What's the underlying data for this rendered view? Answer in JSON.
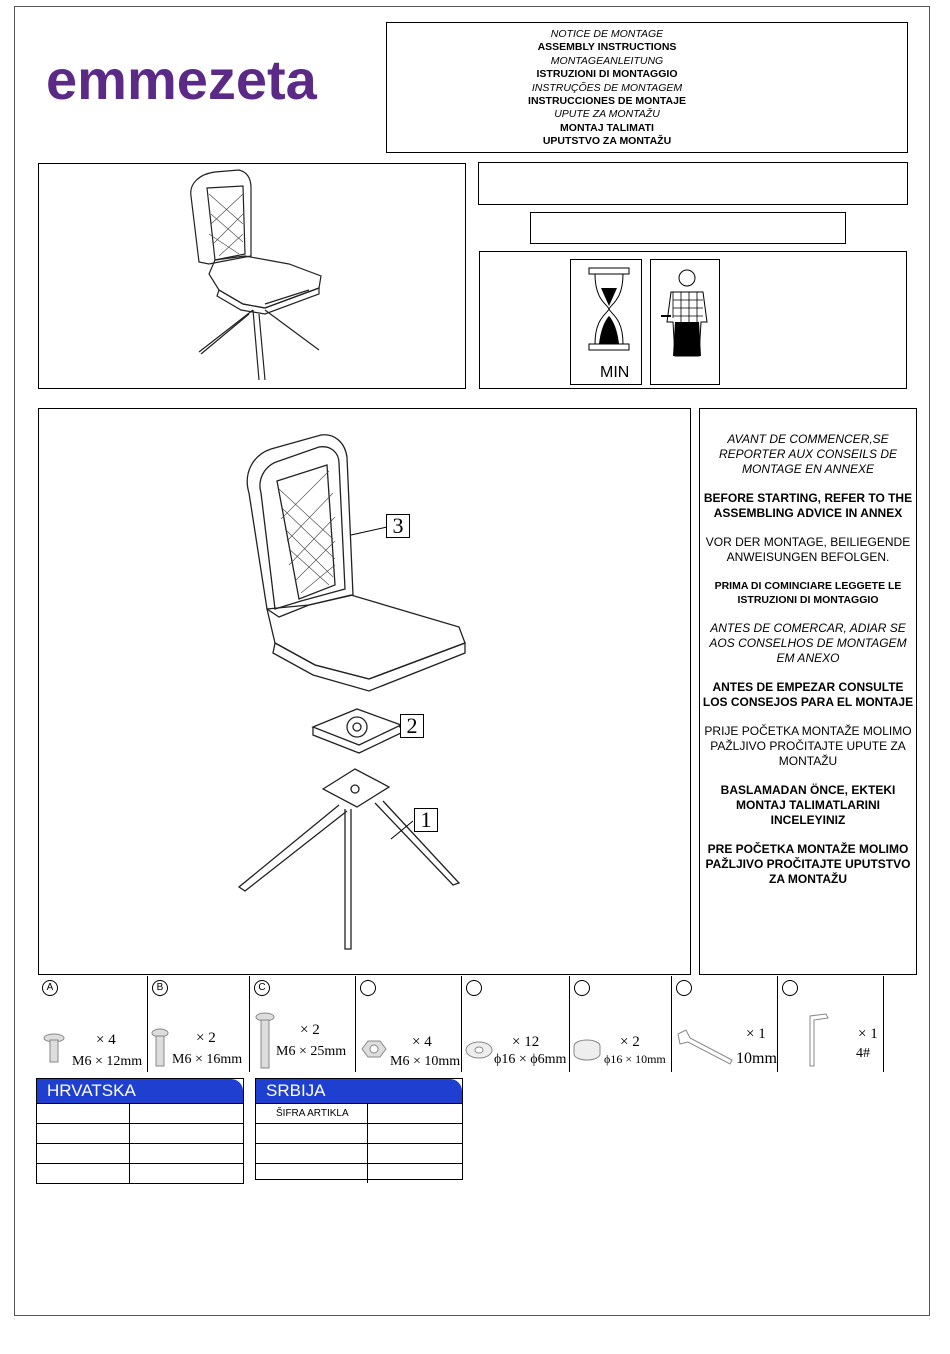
{
  "brand": {
    "logo_text": "emmezeta",
    "color": "#5b2a86"
  },
  "title_lines": [
    {
      "text": "NOTICE DE MONTAGE",
      "style": "it"
    },
    {
      "text": "ASSEMBLY INSTRUCTIONS",
      "style": "b"
    },
    {
      "text": "MONTAGEANLEITUNG",
      "style": "it"
    },
    {
      "text": "ISTRUZIONI DI MONTAGGIO",
      "style": "b"
    },
    {
      "text": "INSTRUÇÕES DE MONTAGEM",
      "style": "it"
    },
    {
      "text": "INSTRUCCIONES DE MONTAJE",
      "style": "b"
    },
    {
      "text": "UPUTE ZA MONTAŽU",
      "style": "it"
    },
    {
      "text": "MONTAJ TALIMATI",
      "style": "b"
    },
    {
      "text": "UPUTSTVO ZA MONTAŽU",
      "style": "b"
    }
  ],
  "time_label": "MIN",
  "notice": [
    {
      "text": "AVANT DE COMMENCER,SE REPORTER AUX CONSEILS DE MONTAGE EN ANNEXE",
      "style": "it"
    },
    {
      "text": "BEFORE STARTING, REFER TO THE ASSEMBLING ADVICE IN ANNEX",
      "style": "b"
    },
    {
      "text": "VOR DER MONTAGE, BEILIEGENDE ANWEISUNGEN BEFOLGEN.",
      "style": ""
    },
    {
      "text": "PRIMA DI COMINCIARE LEGGETE LE ISTRUZIONI DI MONTAGGIO",
      "style": "sm"
    },
    {
      "text": "ANTES DE COMERCAR, ADIAR SE AOS CONSELHOS DE MONTAGEM EM ANEXO",
      "style": "it"
    },
    {
      "text": "ANTES DE EMPEZAR CONSULTE LOS CONSEJOS PARA EL MONTAJE",
      "style": "b"
    },
    {
      "text": "PRIJE POČETKA MONTAŽE MOLIMO PAŽLJIVO PROČITAJTE UPUTE ZA MONTAŽU",
      "style": ""
    },
    {
      "text": "BASLAMADAN ÖNCE, EKTEKI MONTAJ TALIMATLARINI INCELEYINIZ",
      "style": "b"
    },
    {
      "text": "PRE POČETKA MONTAŽE MOLIMO PAŽLJIVO PROČITAJTE UPUTSTVO ZA MONTAŽU",
      "style": "b"
    }
  ],
  "part_labels": [
    "3",
    "2",
    "1"
  ],
  "hardware": [
    {
      "mark": "A",
      "qty": "× 4",
      "size": "M6 × 12mm"
    },
    {
      "mark": "B",
      "qty": "× 2",
      "size": "M6 × 16mm"
    },
    {
      "mark": "C",
      "qty": "× 2",
      "size": "M6 × 25mm"
    },
    {
      "mark": "",
      "qty": "× 4",
      "size": "M6 × 10mm"
    },
    {
      "mark": "",
      "qty": "× 12",
      "size": "ϕ16 × ϕ6mm"
    },
    {
      "mark": "",
      "qty": "× 2",
      "size": "ϕ16 × 10mm"
    },
    {
      "mark": "",
      "qty": "× 1",
      "size": "10mm"
    },
    {
      "mark": "",
      "qty": "× 1",
      "size": "4#"
    }
  ],
  "tables": {
    "hr": {
      "title": "HRVATSKA",
      "header_color": "#1e3fd0"
    },
    "rs": {
      "title": "SRBIJA",
      "first_label": "ŠIFRA ARTIKLA",
      "header_color": "#1e3fd0"
    }
  }
}
